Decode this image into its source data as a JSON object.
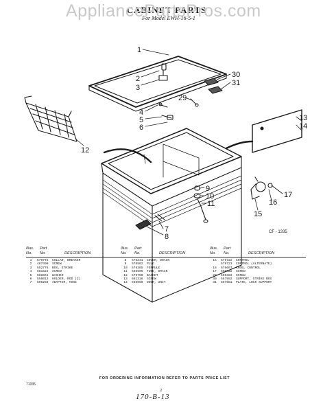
{
  "watermark": "AppliancePartsPros.com",
  "header": {
    "title": "CABINET PARTS",
    "subtitle": "For Model EWH-16-5-1"
  },
  "callouts": [
    "1",
    "2",
    "3",
    "4",
    "5",
    "6",
    "7",
    "8",
    "9",
    "10",
    "11",
    "12",
    "13",
    "14",
    "15",
    "16",
    "17",
    "29",
    "30",
    "31"
  ],
  "figure_code": "CF - 1335",
  "table": {
    "head_illus": "Illus.",
    "head_no": "No.",
    "head_part": "Part",
    "head_part_no": "No.",
    "head_desc": "DESCRIPTION",
    "columns": [
      [
        {
          "no": "1",
          "part": "579772",
          "desc": "COLLAR, BREAKER"
        },
        {
          "no": "2",
          "part": "487490",
          "desc": "SCREW"
        },
        {
          "no": "3",
          "part": "552776",
          "desc": "BOX, STRIKE"
        },
        {
          "no": "4",
          "part": "681522",
          "desc": "SCREW"
        },
        {
          "no": "5",
          "part": "688661",
          "desc": "WASHER"
        },
        {
          "no": "6",
          "part": "556013",
          "desc": "HOLDER, ROD (2)"
        },
        {
          "no": "7",
          "part": "596259",
          "desc": "ADAPTER, HOSE"
        }
      ],
      [
        {
          "no": "8",
          "part": "576341",
          "desc": "COVER, DRAIN"
        },
        {
          "no": "9",
          "part": "576562",
          "desc": "PLUG"
        },
        {
          "no": "10",
          "part": "576365",
          "desc": "FERRULE"
        },
        {
          "no": "11",
          "part": "556606",
          "desc": "TUBE, DRAIN"
        },
        {
          "no": "12",
          "part": "579790",
          "desc": "BASKET"
        },
        {
          "no": "13",
          "part": "681318",
          "desc": "SCREW"
        },
        {
          "no": "14",
          "part": "556069",
          "desc": "DOOR, UNIT"
        }
      ],
      [
        {
          "no": "15",
          "part": "579722",
          "desc": "CONTROL"
        },
        {
          "no": "",
          "part": "579723",
          "desc": "CONTROL (ALTERNATE)"
        },
        {
          "no": "16",
          "part": "576667",
          "desc": "KNOB, CONTROL"
        },
        {
          "no": "17",
          "part": "595022",
          "desc": "SCREW"
        },
        {
          "no": "29",
          "part": "595383",
          "desc": "SCREW"
        },
        {
          "no": "30",
          "part": "567992",
          "desc": "SUPPORT, STRIKE BOX"
        },
        {
          "no": "31",
          "part": "567981",
          "desc": "PLATE, LOCK SUPPORT"
        }
      ]
    ]
  },
  "footer": {
    "ordering_note": "FOR ORDERING INFORMATION REFER TO PARTS PRICE LIST",
    "page": "2",
    "handwritten_date": "170-B-13",
    "corner_code": "71335"
  }
}
